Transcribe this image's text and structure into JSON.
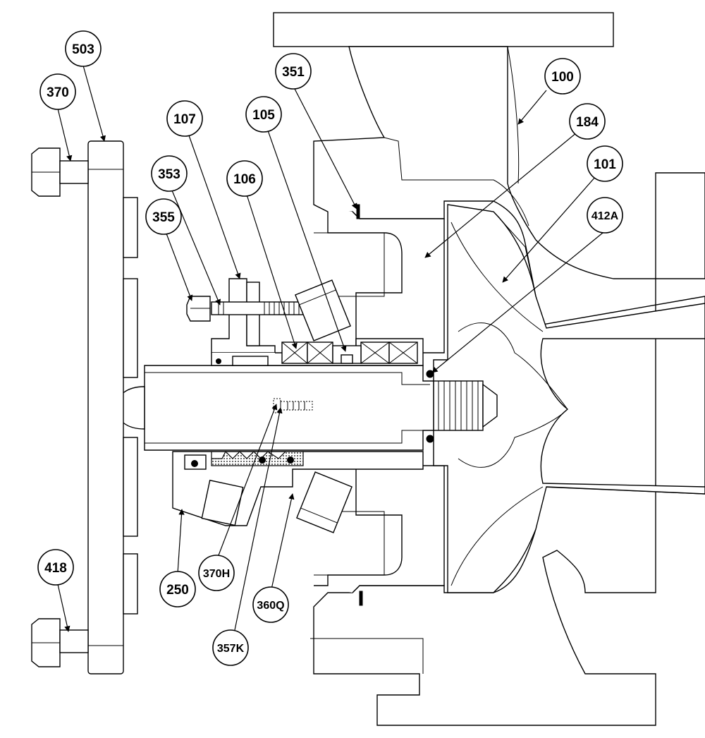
{
  "callouts": [
    {
      "id": "503",
      "label": "503"
    },
    {
      "id": "370",
      "label": "370"
    },
    {
      "id": "107",
      "label": "107"
    },
    {
      "id": "351",
      "label": "351"
    },
    {
      "id": "105",
      "label": "105"
    },
    {
      "id": "100",
      "label": "100"
    },
    {
      "id": "184",
      "label": "184"
    },
    {
      "id": "353",
      "label": "353"
    },
    {
      "id": "106",
      "label": "106"
    },
    {
      "id": "101",
      "label": "101"
    },
    {
      "id": "355",
      "label": "355"
    },
    {
      "id": "412A",
      "label": "412A"
    },
    {
      "id": "418",
      "label": "418"
    },
    {
      "id": "250",
      "label": "250"
    },
    {
      "id": "370H",
      "label": "370H"
    },
    {
      "id": "360Q",
      "label": "360Q"
    },
    {
      "id": "357K",
      "label": "357K"
    }
  ],
  "colors": {
    "stroke": "#000000",
    "background": "#ffffff"
  }
}
